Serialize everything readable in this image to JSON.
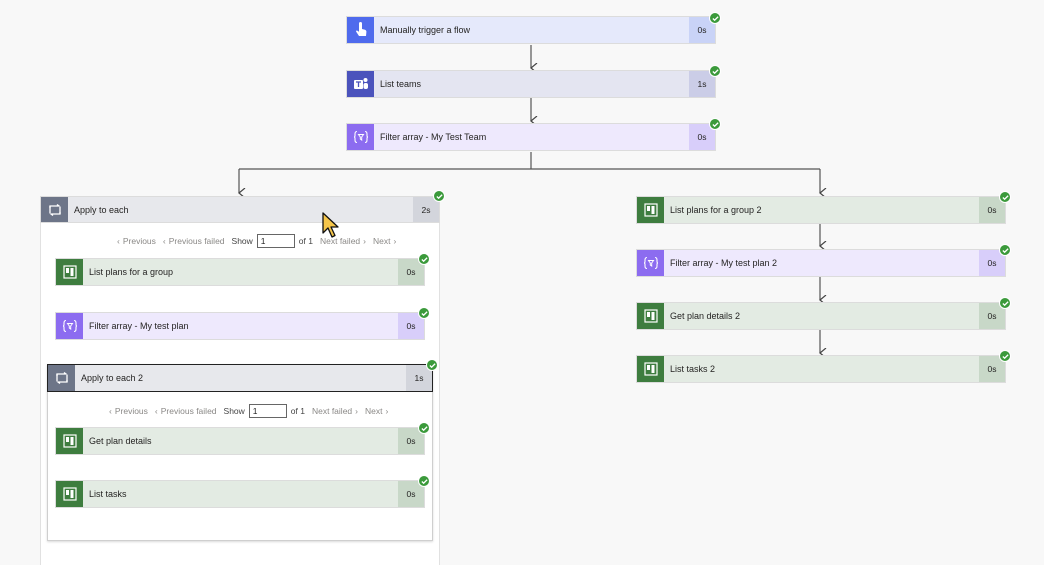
{
  "nodes": {
    "trigger": {
      "label": "Manually trigger a flow",
      "duration": "0s"
    },
    "list_teams": {
      "label": "List teams",
      "duration": "1s"
    },
    "filter_team": {
      "label": "Filter array - My Test Team",
      "duration": "0s"
    },
    "apply_each": {
      "label": "Apply to each",
      "duration": "2s"
    },
    "list_plans": {
      "label": "List plans for a group",
      "duration": "0s"
    },
    "filter_plan": {
      "label": "Filter array - My test plan",
      "duration": "0s"
    },
    "apply_each2": {
      "label": "Apply to each 2",
      "duration": "1s"
    },
    "get_details": {
      "label": "Get plan details",
      "duration": "0s"
    },
    "list_tasks": {
      "label": "List tasks",
      "duration": "0s"
    },
    "list_plans2": {
      "label": "List plans for a group 2",
      "duration": "0s"
    },
    "filter_plan2": {
      "label": "Filter array - My test plan 2",
      "duration": "0s"
    },
    "get_details2": {
      "label": "Get plan details 2",
      "duration": "0s"
    },
    "list_tasks2": {
      "label": "List tasks 2",
      "duration": "0s"
    }
  },
  "pager_outer": {
    "previous": "Previous",
    "previous_failed": "Previous failed",
    "show": "Show",
    "value": "1",
    "of": "of 1",
    "next_failed": "Next failed",
    "next": "Next"
  },
  "pager_inner": {
    "previous": "Previous",
    "previous_failed": "Previous failed",
    "show": "Show",
    "value": "1",
    "of": "of 1",
    "next_failed": "Next failed",
    "next": "Next"
  },
  "icons": {
    "trigger": "touch-hand-icon",
    "teams": "teams-icon",
    "filter": "filter-array-icon",
    "planner": "planner-icon",
    "loop": "loop-icon",
    "success": "success-check-icon"
  },
  "colors": {
    "trigger": "#4f6bed",
    "teams": "#4b53bc",
    "filter": "#8c6cf0",
    "planner": "#3e7d3f",
    "loop": "#6d7588",
    "success": "#3b9a3b"
  }
}
